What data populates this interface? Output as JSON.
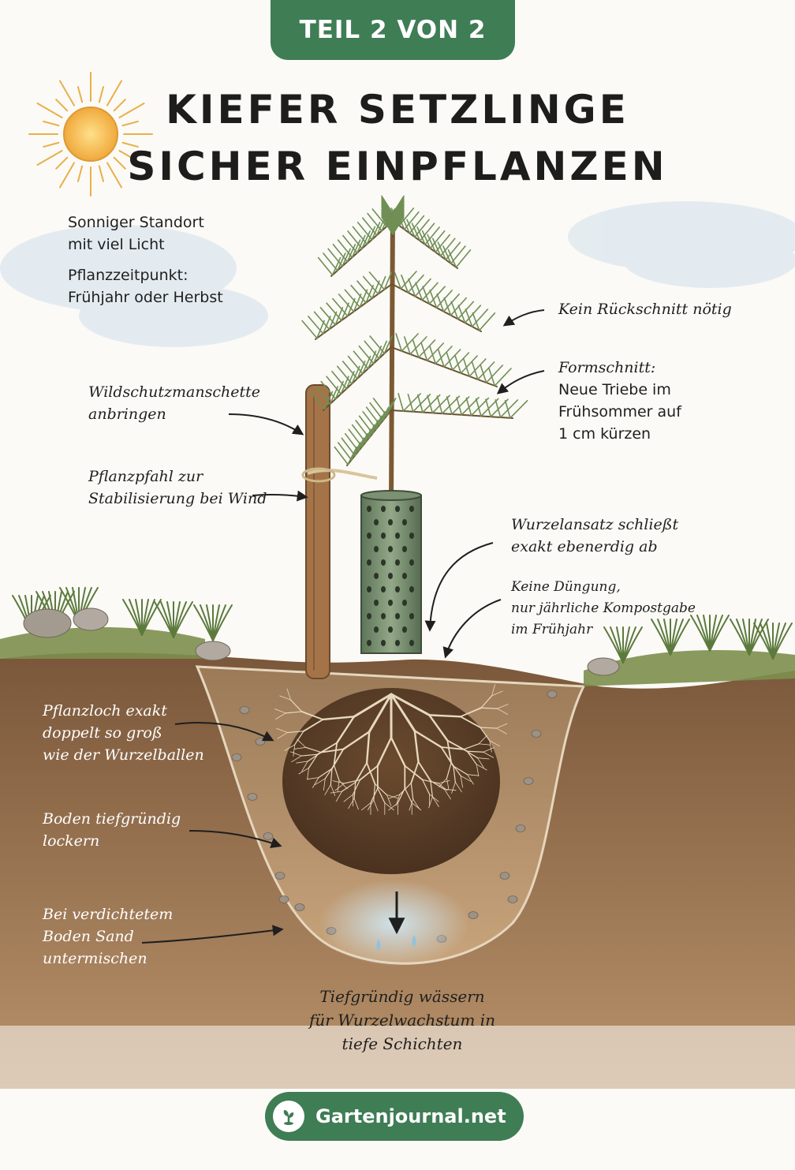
{
  "header": {
    "badge": "TEIL 2 VON 2"
  },
  "title": {
    "line1": "KIEFER SETZLINGE",
    "line2": "SICHER EINPFLANZEN"
  },
  "labels": {
    "standort_1": "Sonniger Standort",
    "standort_2": "mit viel Licht",
    "zeitpunkt_1": "Pflanzzeitpunkt:",
    "zeitpunkt_2": "Frühjahr oder Herbst",
    "rueckschnitt": "Kein Rückschnitt nötig",
    "formschnitt_1": "Formschnitt:",
    "formschnitt_2": "Neue Triebe im",
    "formschnitt_3": "Frühsommer auf",
    "formschnitt_4": "1 cm kürzen",
    "wildschutz_1": "Wildschutzmanschette",
    "wildschutz_2": "anbringen",
    "pfahl_1": "Pflanzpfahl zur",
    "pfahl_2": "Stabilisierung bei Wind",
    "wurzelansatz_1": "Wurzelansatz schließt",
    "wurzelansatz_2": "exakt ebenerdig ab",
    "duengung_1": "Keine Düngung,",
    "duengung_2": "nur jährliche Kompostgabe",
    "duengung_3": "im Frühjahr",
    "pflanzloch_1": "Pflanzloch exakt",
    "pflanzloch_2": "doppelt so groß",
    "pflanzloch_3": "wie der Wurzelballen",
    "boden_1": "Boden tiefgründig",
    "boden_2": "lockern",
    "sand_1": "Bei verdichtetem",
    "sand_2": "Boden Sand",
    "sand_3": "untermischen",
    "wasser_1": "Tiefgründig wässern",
    "wasser_2": "für Wurzelwachstum in",
    "wasser_3": "tiefe Schichten"
  },
  "footer": {
    "brand": "Gartenjournal.net"
  },
  "colors": {
    "brand_green": "#3f7d55",
    "soil": "#8a6644",
    "needles": "#6f8f55",
    "sun": "#f2b94a"
  }
}
